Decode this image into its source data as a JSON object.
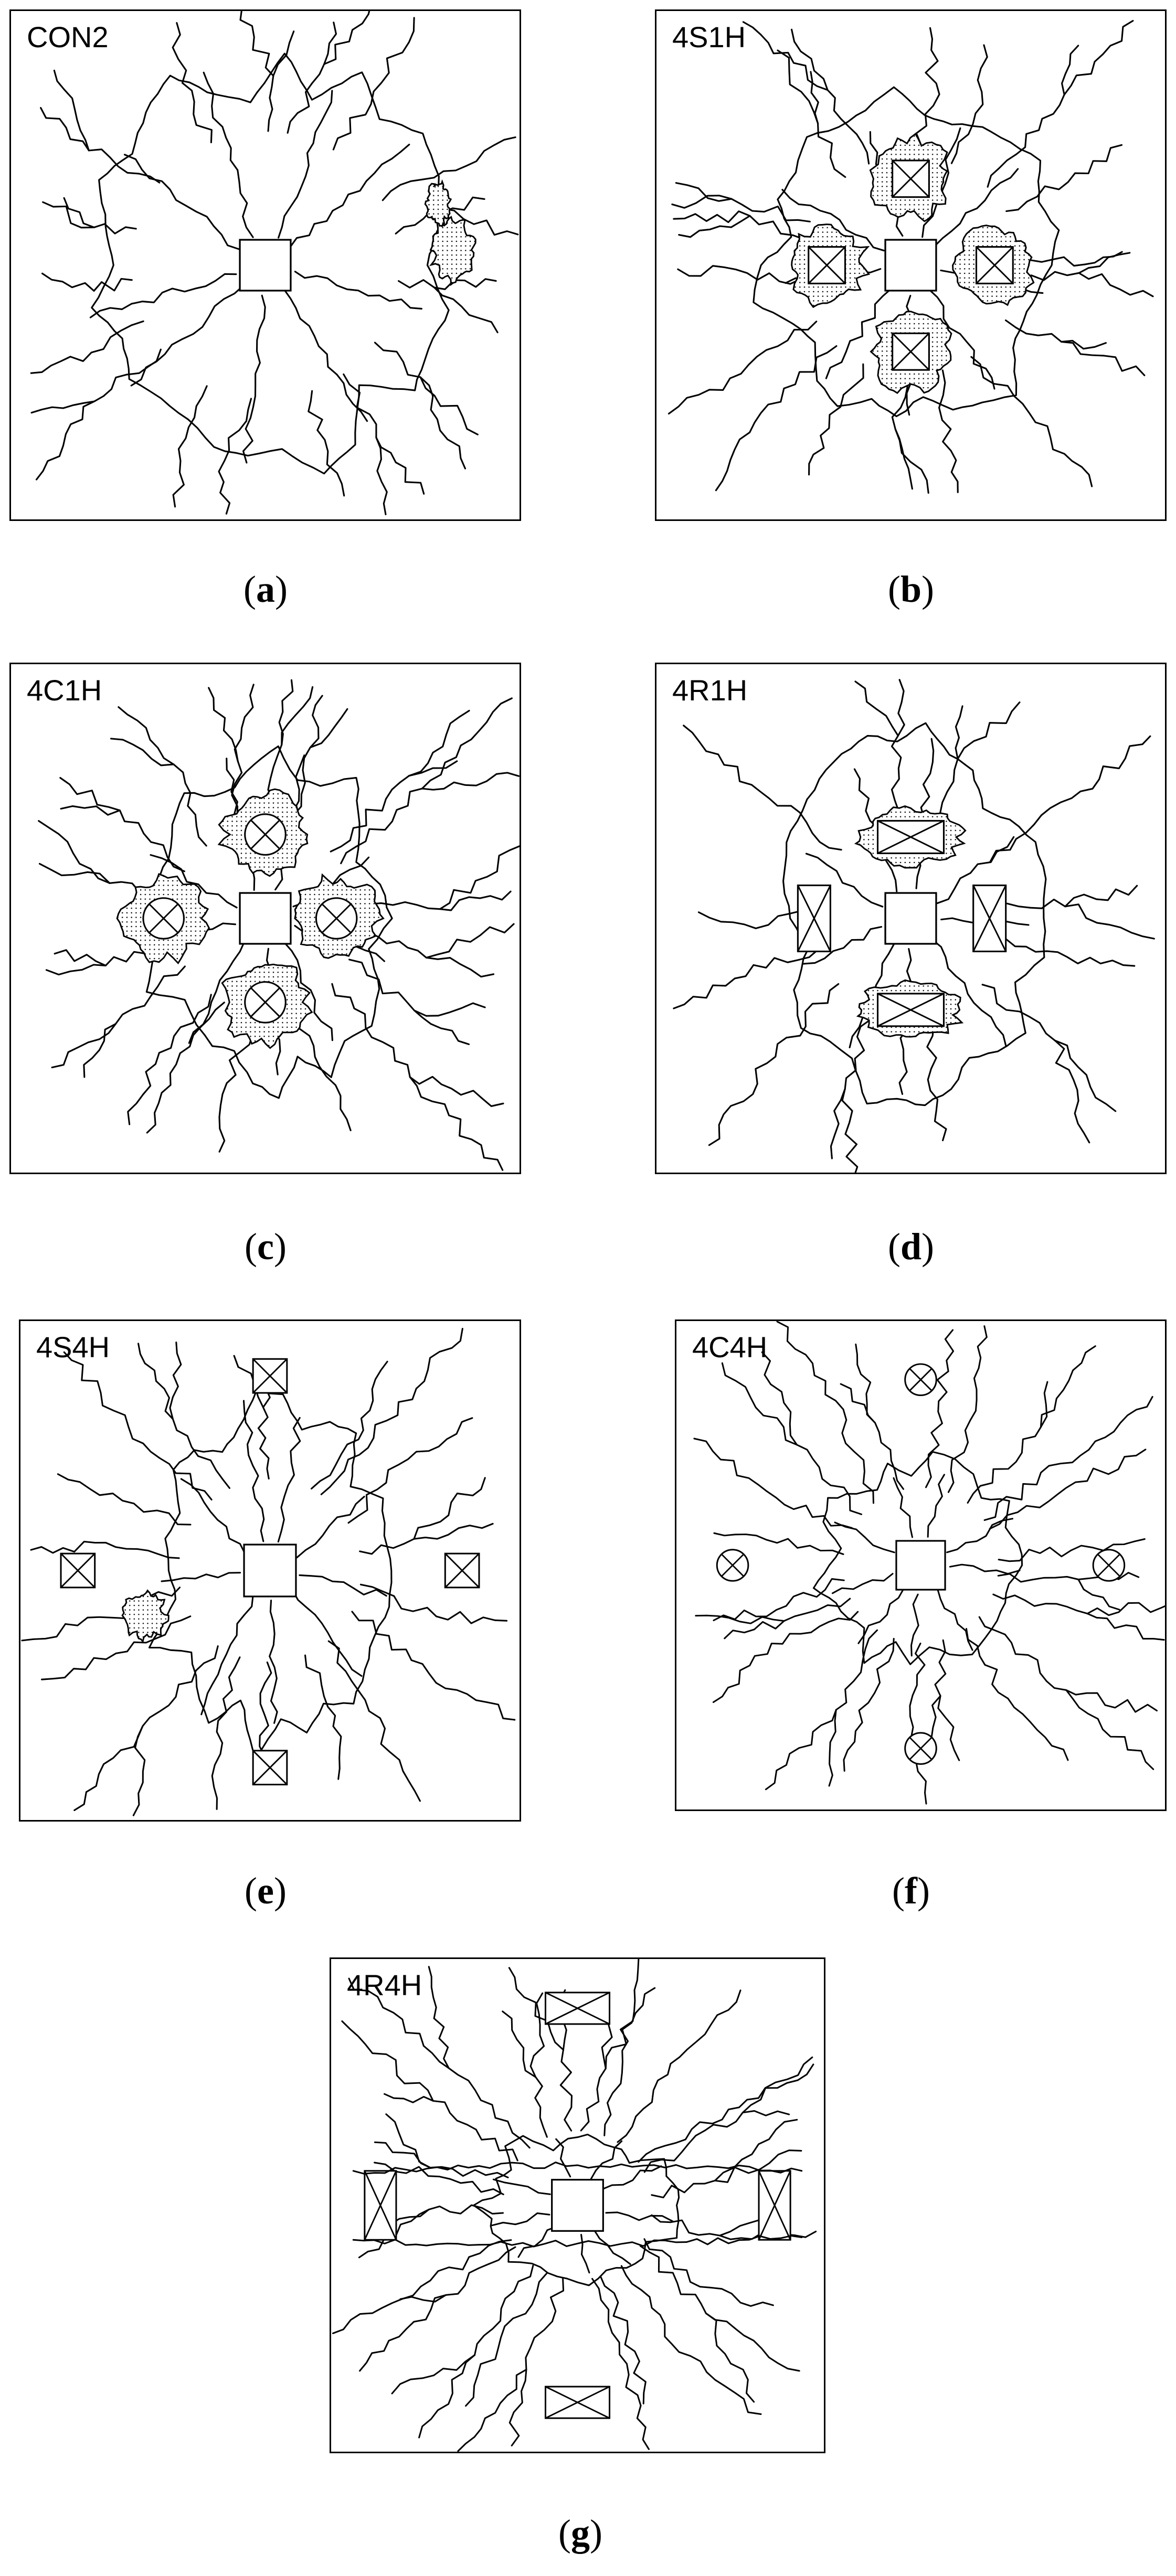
{
  "panels": [
    {
      "id": "a",
      "code": "CON2",
      "caption_letter": "a",
      "layout": "none"
    },
    {
      "id": "b",
      "code": "4S1H",
      "caption_letter": "b",
      "layout": "near-square"
    },
    {
      "id": "c",
      "code": "4C1H",
      "caption_letter": "c",
      "layout": "near-circle"
    },
    {
      "id": "d",
      "code": "4R1H",
      "caption_letter": "d",
      "layout": "near-rect"
    },
    {
      "id": "e",
      "code": "4S4H",
      "caption_letter": "e",
      "layout": "far-square"
    },
    {
      "id": "f",
      "code": "4C4H",
      "caption_letter": "f",
      "layout": "far-circle"
    },
    {
      "id": "g",
      "code": "4R4H",
      "caption_letter": "g",
      "layout": "far-rect"
    }
  ]
}
